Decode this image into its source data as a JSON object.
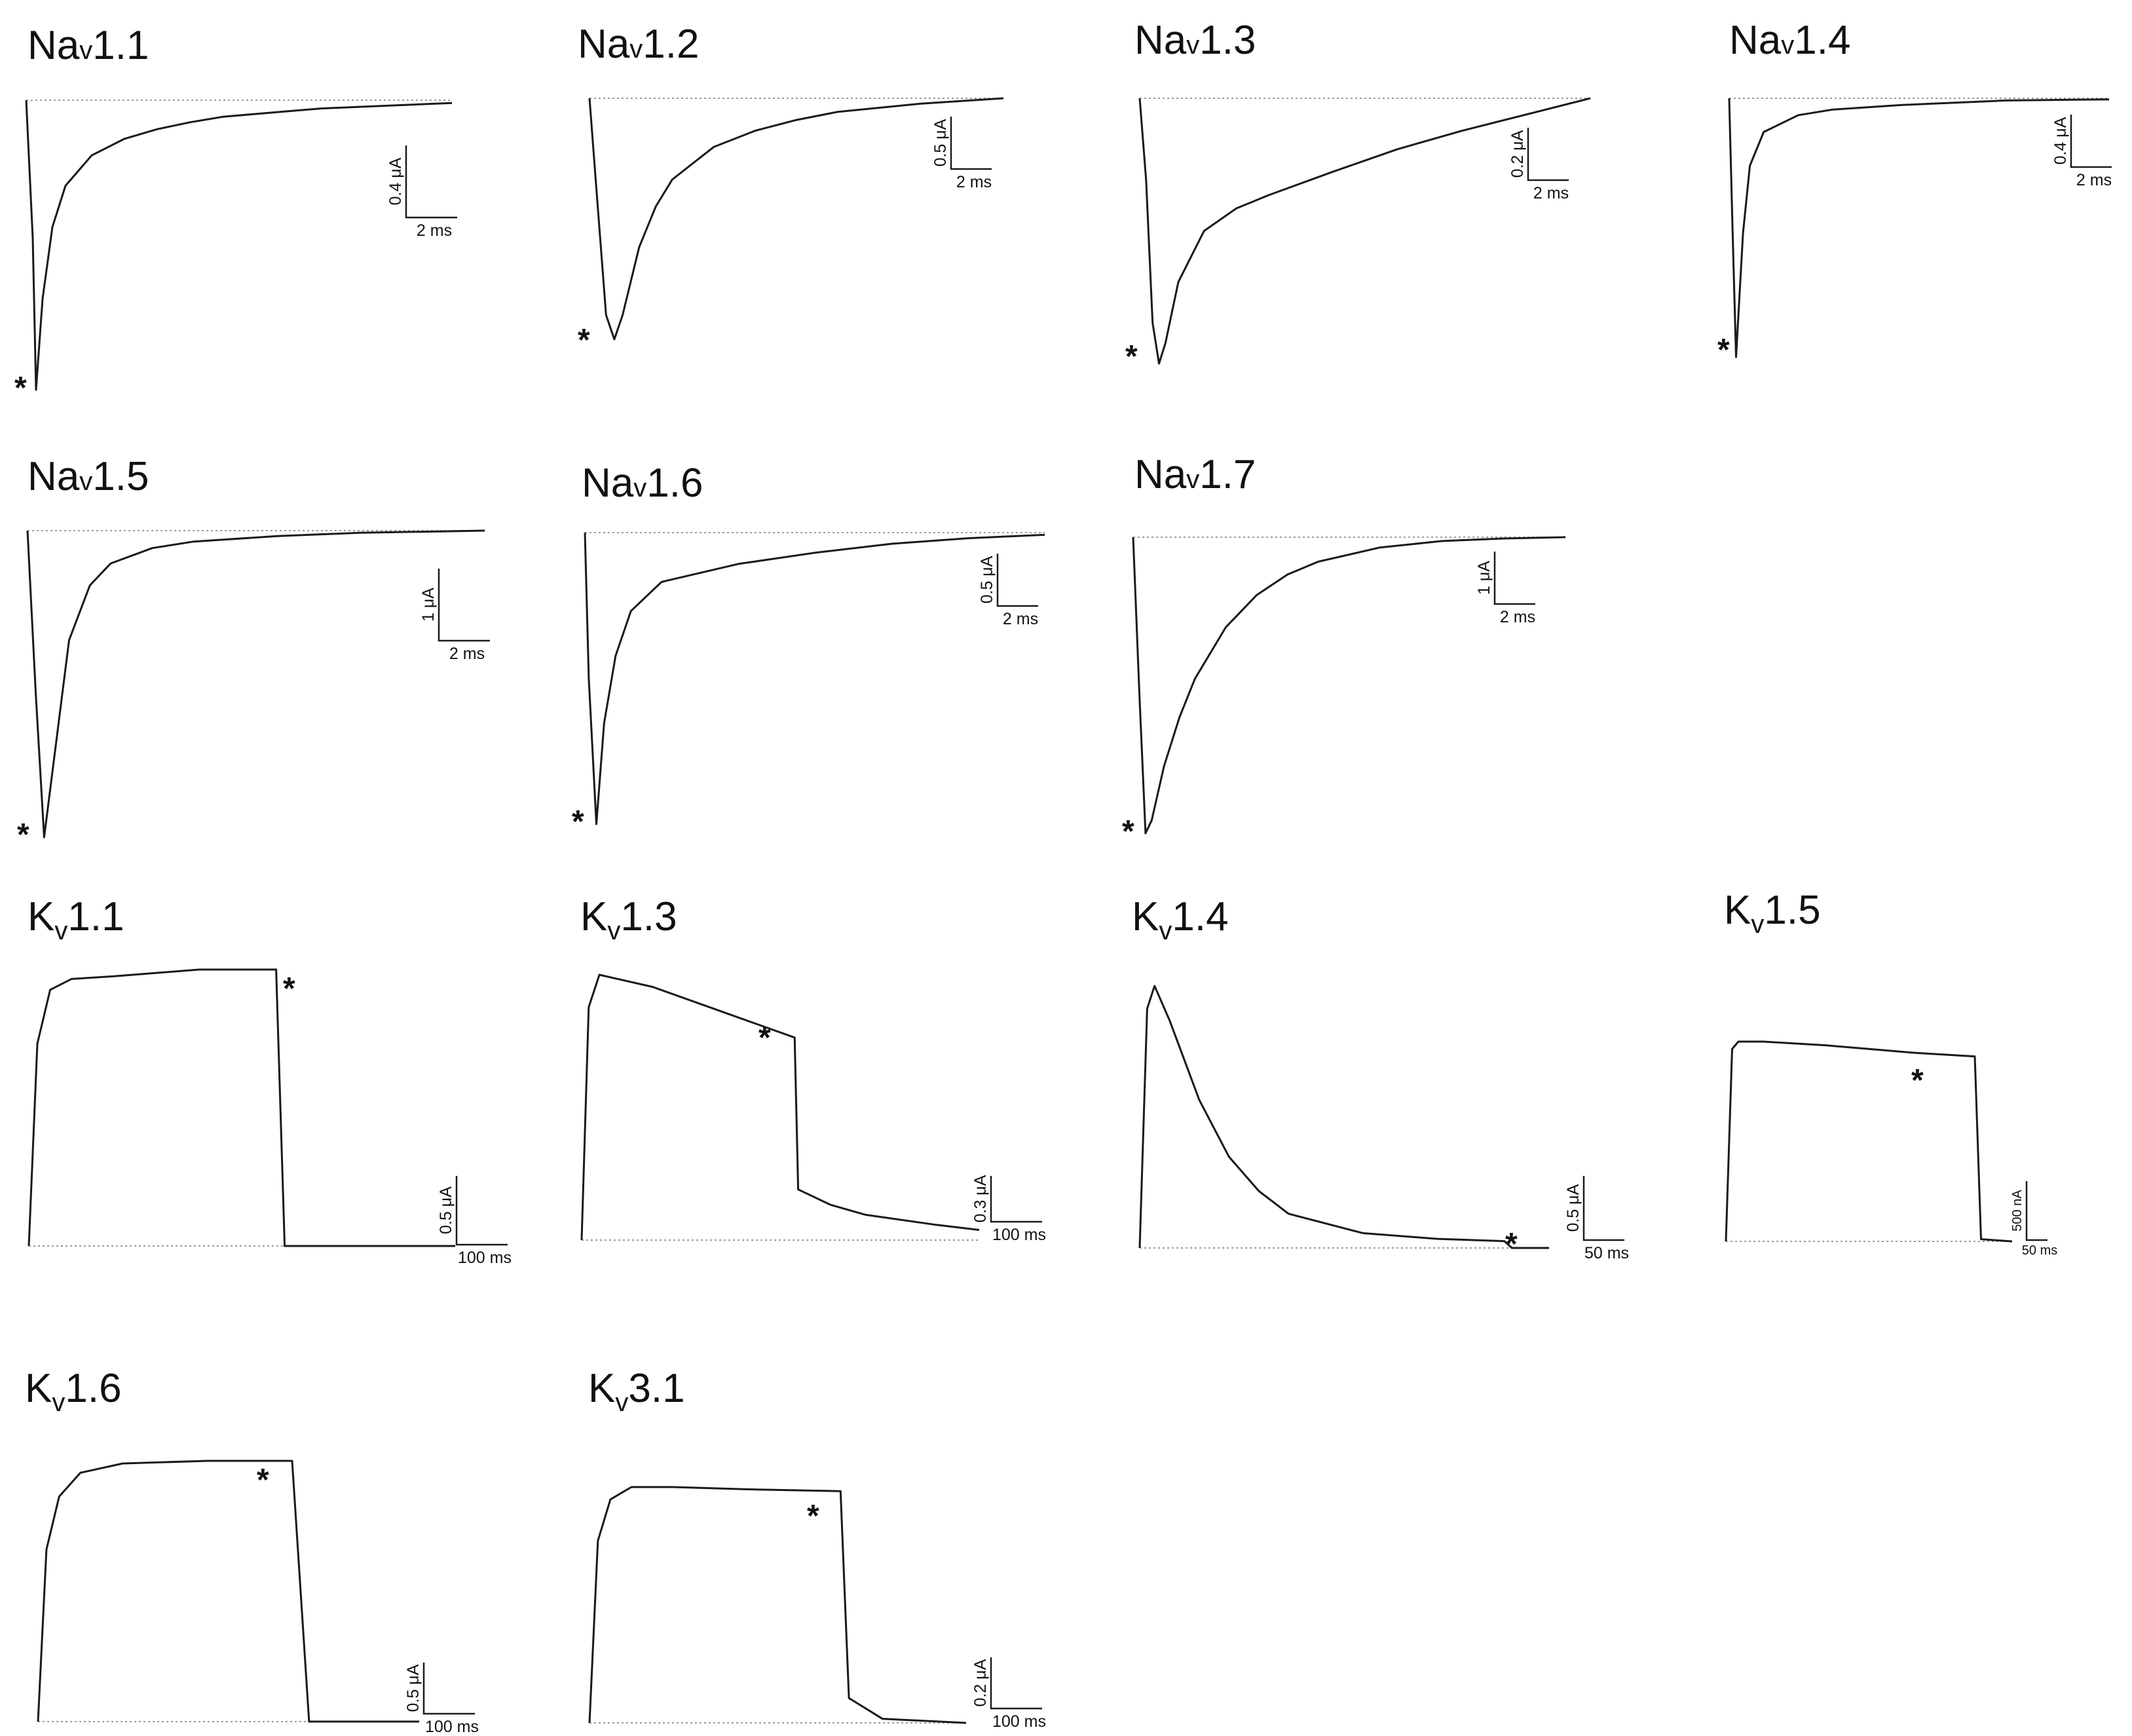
{
  "figure": {
    "colors": {
      "trace": "#1a1a1a",
      "baseline": "#9a9a9a",
      "text": "#111111"
    },
    "panels": [
      {
        "id": "nav11",
        "family": "Na",
        "title_main": "Na",
        "title_sub": "v",
        "title_rest": "1.1",
        "scale_y": "0.4 μA",
        "scale_x": "2 ms",
        "marker": "*"
      },
      {
        "id": "nav12",
        "family": "Na",
        "title_main": "Na",
        "title_sub": "v",
        "title_rest": "1.2",
        "scale_y": "0.5 μA",
        "scale_x": "2 ms",
        "marker": "*"
      },
      {
        "id": "nav13",
        "family": "Na",
        "title_main": "Na",
        "title_sub": "v",
        "title_rest": "1.3",
        "scale_y": "0.2 μA",
        "scale_x": "2 ms",
        "marker": "*"
      },
      {
        "id": "nav14",
        "family": "Na",
        "title_main": "Na",
        "title_sub": "v",
        "title_rest": "1.4",
        "scale_y": "0.4 μA",
        "scale_x": "2 ms",
        "marker": "*"
      },
      {
        "id": "nav15",
        "family": "Na",
        "title_main": "Na",
        "title_sub": "v",
        "title_rest": "1.5",
        "scale_y": "1 μA",
        "scale_x": "2 ms",
        "marker": "*"
      },
      {
        "id": "nav16",
        "family": "Na",
        "title_main": "Na",
        "title_sub": "v",
        "title_rest": "1.6",
        "scale_y": "0.5 μA",
        "scale_x": "2 ms",
        "marker": "*"
      },
      {
        "id": "nav17",
        "family": "Na",
        "title_main": "Na",
        "title_sub": "v",
        "title_rest": "1.7",
        "scale_y": "1 μA",
        "scale_x": "2 ms",
        "marker": "*"
      },
      {
        "id": "kv11",
        "family": "K",
        "title_main": "K",
        "title_sub": "v",
        "title_rest": "1.1",
        "scale_y": "0.5 μA",
        "scale_x": "100 ms",
        "marker": "*"
      },
      {
        "id": "kv13",
        "family": "K",
        "title_main": "K",
        "title_sub": "v",
        "title_rest": "1.3",
        "scale_y": "0.3 μA",
        "scale_x": "100 ms",
        "marker": "*"
      },
      {
        "id": "kv14",
        "family": "K",
        "title_main": "K",
        "title_sub": "v",
        "title_rest": "1.4",
        "scale_y": "0.5 μA",
        "scale_x": "50 ms",
        "marker": "*"
      },
      {
        "id": "kv15",
        "family": "K",
        "title_main": "K",
        "title_sub": "v",
        "title_rest": "1.5",
        "scale_y": "500 nA",
        "scale_x": "50 ms",
        "marker": "*"
      },
      {
        "id": "kv16",
        "family": "K",
        "title_main": "K",
        "title_sub": "v",
        "title_rest": "1.6",
        "scale_y": "0.5 μA",
        "scale_x": "100 ms",
        "marker": "*"
      },
      {
        "id": "kv31",
        "family": "K",
        "title_main": "K",
        "title_sub": "v",
        "title_rest": "3.1",
        "scale_y": "0.2 μA",
        "scale_x": "100 ms",
        "marker": "*"
      }
    ]
  },
  "chart_data": [
    {
      "type": "line",
      "title": "Nav1.1",
      "xlabel": "",
      "ylabel": "",
      "scale_bars": {
        "y": "0.4 μA",
        "x": "2 ms"
      },
      "series": [
        {
          "x": [
            0,
            0.2,
            0.3,
            0.5,
            0.8,
            1.2,
            2,
            3,
            4,
            5,
            6,
            7,
            8,
            9,
            10,
            11,
            12,
            13
          ],
          "values": [
            0,
            -1.0,
            -2.1,
            -1.44,
            -0.92,
            -0.62,
            -0.4,
            -0.28,
            -0.21,
            -0.16,
            -0.12,
            -0.1,
            -0.08,
            -0.06,
            -0.05,
            -0.04,
            -0.03,
            -0.02
          ]
        }
      ],
      "annotations": [
        "*"
      ]
    },
    {
      "type": "line",
      "title": "Nav1.2",
      "xlabel": "",
      "ylabel": "",
      "scale_bars": {
        "y": "0.5 μA",
        "x": "2 ms"
      },
      "series": [
        {
          "x": [
            0,
            0.2,
            0.4,
            0.6,
            0.8,
            1.2,
            1.6,
            2,
            3,
            4,
            5,
            6,
            7,
            8,
            9,
            10
          ],
          "values": [
            0,
            -0.8,
            -1.6,
            -1.78,
            -1.6,
            -1.1,
            -0.8,
            -0.6,
            -0.36,
            -0.24,
            -0.16,
            -0.1,
            -0.07,
            -0.04,
            -0.02,
            0
          ]
        }
      ],
      "annotations": [
        "*"
      ]
    },
    {
      "type": "line",
      "title": "Nav1.3",
      "xlabel": "",
      "ylabel": "",
      "scale_bars": {
        "y": "0.2 μA",
        "x": "2 ms"
      },
      "series": [
        {
          "x": [
            0,
            0.2,
            0.4,
            0.6,
            0.8,
            1.2,
            2,
            3,
            4,
            6,
            8,
            10,
            12,
            14
          ],
          "values": [
            0,
            -0.8,
            -2.2,
            -2.6,
            -2.4,
            -1.8,
            -1.3,
            -1.08,
            -0.95,
            -0.72,
            -0.5,
            -0.32,
            -0.16,
            0
          ]
        }
      ],
      "annotations": [
        "*"
      ]
    },
    {
      "type": "line",
      "title": "Nav1.4",
      "xlabel": "",
      "ylabel": "",
      "scale_bars": {
        "y": "0.4 μA",
        "x": "2 ms"
      },
      "series": [
        {
          "x": [
            0,
            0.1,
            0.2,
            0.4,
            0.6,
            1,
            2,
            3,
            5,
            8,
            11
          ],
          "values": [
            0,
            -1.2,
            -2.3,
            -1.2,
            -0.6,
            -0.3,
            -0.15,
            -0.1,
            -0.06,
            -0.02,
            -0.01
          ]
        }
      ],
      "annotations": [
        "*"
      ]
    },
    {
      "type": "line",
      "title": "Nav1.5",
      "xlabel": "",
      "ylabel": "",
      "scale_bars": {
        "y": "1 μA",
        "x": "2 ms"
      },
      "series": [
        {
          "x": [
            0,
            0.2,
            0.4,
            0.6,
            1,
            1.5,
            2,
            3,
            4,
            6,
            8,
            11
          ],
          "values": [
            0,
            -1.5,
            -2.8,
            -2.2,
            -1.0,
            -0.5,
            -0.3,
            -0.16,
            -0.1,
            -0.05,
            -0.02,
            0
          ]
        }
      ],
      "annotations": [
        "*"
      ]
    },
    {
      "type": "line",
      "title": "Nav1.6",
      "xlabel": "",
      "ylabel": "",
      "scale_bars": {
        "y": "0.5 μA",
        "x": "2 ms"
      },
      "series": [
        {
          "x": [
            0,
            0.1,
            0.3,
            0.5,
            0.8,
            1.2,
            2,
            4,
            6,
            8,
            10,
            12
          ],
          "values": [
            0,
            -1.3,
            -2.6,
            -1.7,
            -1.1,
            -0.7,
            -0.44,
            -0.28,
            -0.18,
            -0.1,
            -0.05,
            -0.02
          ]
        }
      ],
      "annotations": [
        "*"
      ]
    },
    {
      "type": "line",
      "title": "Nav1.7",
      "xlabel": "",
      "ylabel": "",
      "scale_bars": {
        "y": "1 μA",
        "x": "2 ms"
      },
      "series": [
        {
          "x": [
            0,
            0.2,
            0.4,
            0.6,
            1,
            1.5,
            2,
            3,
            4,
            5,
            6,
            8,
            10,
            12,
            14
          ],
          "values": [
            0,
            -1.2,
            -2.3,
            -2.2,
            -1.78,
            -1.4,
            -1.1,
            -0.7,
            -0.45,
            -0.29,
            -0.19,
            -0.08,
            -0.03,
            -0.01,
            0
          ]
        }
      ],
      "annotations": [
        "*"
      ]
    },
    {
      "type": "line",
      "title": "Kv1.1",
      "xlabel": "",
      "ylabel": "",
      "scale_bars": {
        "y": "0.5 μA",
        "x": "100 ms"
      },
      "series": [
        {
          "x": [
            0,
            10,
            25,
            50,
            100,
            200,
            290,
            300,
            330,
            500
          ],
          "values": [
            0,
            1.5,
            1.9,
            1.98,
            2.0,
            2.05,
            2.05,
            0.0,
            0.0,
            0.0
          ]
        }
      ],
      "annotations": [
        "*"
      ]
    },
    {
      "type": "line",
      "title": "Kv1.3",
      "xlabel": "",
      "ylabel": "",
      "scale_bars": {
        "y": "0.3 μA",
        "x": "100 ms"
      },
      "series": [
        {
          "x": [
            0,
            10,
            25,
            50,
            100,
            200,
            300,
            305,
            350,
            400,
            500,
            560
          ],
          "values": [
            0,
            2.3,
            2.62,
            2.58,
            2.5,
            2.25,
            2.0,
            0.5,
            0.35,
            0.25,
            0.15,
            0.1
          ]
        }
      ],
      "annotations": [
        "*"
      ]
    },
    {
      "type": "line",
      "title": "Kv1.4",
      "xlabel": "",
      "ylabel": "",
      "scale_bars": {
        "y": "0.5 μA",
        "x": "50 ms"
      },
      "series": [
        {
          "x": [
            0,
            5,
            10,
            20,
            40,
            60,
            80,
            100,
            150,
            200,
            245,
            250,
            275
          ],
          "values": [
            0,
            2.1,
            2.3,
            2.0,
            1.3,
            0.8,
            0.5,
            0.3,
            0.13,
            0.08,
            0.06,
            0.0,
            0.0
          ]
        }
      ],
      "annotations": [
        "*"
      ]
    },
    {
      "type": "line",
      "title": "Kv1.5",
      "xlabel": "",
      "ylabel": "",
      "scale_bars": {
        "y": "500 nA",
        "x": "50 ms"
      },
      "series": [
        {
          "x": [
            0,
            5,
            10,
            30,
            80,
            150,
            200,
            205,
            230
          ],
          "values": [
            0,
            2.6,
            2.7,
            2.7,
            2.65,
            2.55,
            2.5,
            0.03,
            0.0
          ]
        }
      ],
      "annotations": [
        "*"
      ]
    },
    {
      "type": "line",
      "title": "Kv1.6",
      "xlabel": "",
      "ylabel": "",
      "scale_bars": {
        "y": "0.5 μA",
        "x": "100 ms"
      },
      "series": [
        {
          "x": [
            0,
            10,
            25,
            50,
            100,
            200,
            300,
            320,
            350,
            450
          ],
          "values": [
            0,
            1.3,
            1.7,
            1.88,
            1.95,
            1.97,
            1.97,
            0.0,
            0.0,
            0.0
          ]
        }
      ],
      "annotations": [
        "*"
      ]
    },
    {
      "type": "line",
      "title": "Kv3.1",
      "xlabel": "",
      "ylabel": "",
      "scale_bars": {
        "y": "0.2 μA",
        "x": "100 ms"
      },
      "series": [
        {
          "x": [
            0,
            10,
            25,
            50,
            100,
            200,
            300,
            310,
            350,
            450
          ],
          "values": [
            0,
            2.2,
            2.7,
            2.85,
            2.85,
            2.82,
            2.8,
            0.3,
            0.05,
            0.0
          ]
        }
      ],
      "annotations": [
        "*"
      ]
    }
  ]
}
